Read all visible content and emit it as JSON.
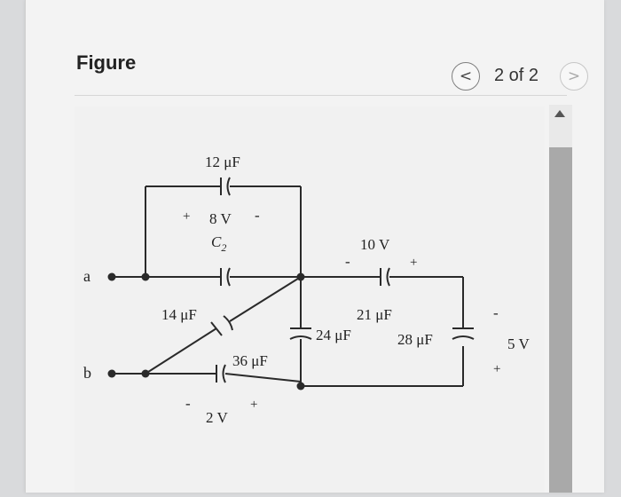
{
  "header": {
    "title": "Figure",
    "pager": "2 of 2",
    "prev_glyph": "<",
    "next_glyph": ">"
  },
  "circuit": {
    "terminal_a": "a",
    "terminal_b": "b",
    "cap_12": "12 μF",
    "v8": "8 V",
    "c2": "C",
    "c2_sub": "2",
    "cap_14": "14 μF",
    "cap_36": "36 μF",
    "v2": "2 V",
    "cap_24": "24 μF",
    "v10": "10 V",
    "cap_21": "21 μF",
    "cap_28": "28 μF",
    "v5": "5 V",
    "plus": "+",
    "minus": "-"
  },
  "colors": {
    "wire": "#2a2a2a",
    "scroll_thumb": "#a9a9a9"
  },
  "icons": [
    "chevron-left-icon",
    "chevron-right-icon",
    "scroll-up-icon"
  ]
}
